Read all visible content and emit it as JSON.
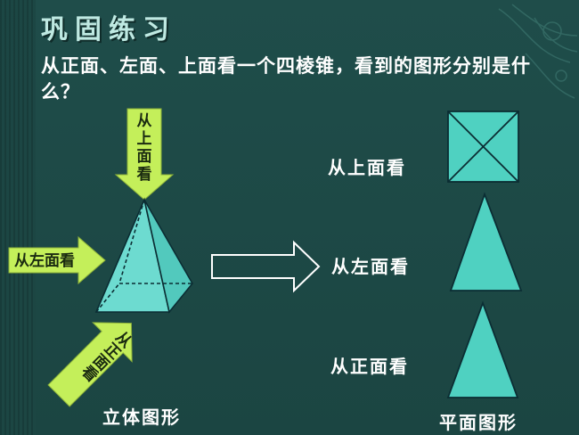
{
  "title": "巩固练习",
  "question": "从正面、左面、上面看一个四棱锥，看到的图形分别是什么？",
  "arrows": {
    "top": [
      "从",
      "上",
      "面",
      "看"
    ],
    "left": "从左面看",
    "front": [
      "从",
      "正",
      "面",
      "看"
    ]
  },
  "views": {
    "top_label": "从上面看",
    "left_label": "从左面看",
    "front_label": "从正面看"
  },
  "captions": {
    "solid": "立体图形",
    "plane": "平面图形"
  },
  "colors": {
    "background": "#1d4946",
    "shape_fill": "#4fd1c1",
    "arrow_fill": "#c4ef5a",
    "text": "#ffffff"
  }
}
